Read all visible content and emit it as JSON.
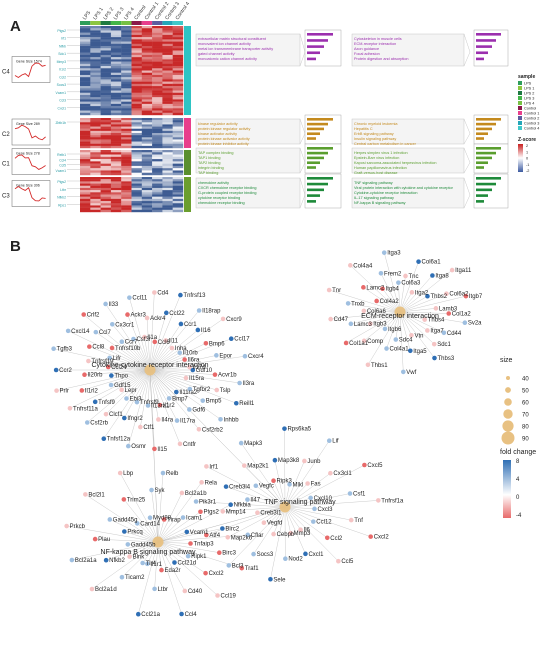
{
  "panelA": {
    "letter": "A",
    "columns": [
      "LPS",
      "LPS 1",
      "LPS 2",
      "LPS 3",
      "LPS 4",
      "Control",
      "Control 1",
      "Control 2",
      "Control 3",
      "Control 4"
    ],
    "column_colors": [
      "#2e9e5b",
      "#8cc63f",
      "#1d7a41",
      "#43b649",
      "#76c043",
      "#8b1a4a",
      "#e83e8c",
      "#5c5c9e",
      "#23a6b8",
      "#3fc9c9"
    ],
    "clusters": [
      {
        "id": "C4",
        "label": "Gene Size 1574",
        "color": "#2ec4c4",
        "genes": [
          "Ptgs2",
          "Irf1",
          "Nfkb",
          "Sdc1",
          "Mmp3",
          "Il1r2",
          "Ccl2",
          "Socs3",
          "Vcam1",
          "Ccl3",
          "Cxcl1"
        ],
        "go_terms": [
          "extracellular matrix structural constituent",
          "monovalent ion channel activity",
          "metal ion transmembrane transporter activity",
          "gated channel activity",
          "monoatomic cation channel activity"
        ],
        "kegg_terms": [
          "Cytoskeleton in muscle cells",
          "ECM-receptor interaction",
          "Axon guidance",
          "Focal adhesion",
          "Protein digestion and absorption"
        ]
      },
      {
        "id": "C2",
        "label": "Gene Size 289",
        "color": "#e83e8c",
        "genes": [
          "Zbtb1b"
        ],
        "go_terms": [
          "kinase regulator activity",
          "protein kinase regulator activity",
          "kinase activator activity",
          "protein kinase activator activity",
          "protein kinase inhibitor activity"
        ],
        "kegg_terms": [
          "Chronic myeloid leukemia",
          "Hepatitis C",
          "ErbB signaling pathway",
          "Insulin signaling pathway",
          "Central carbon metabolism in cancer"
        ]
      },
      {
        "id": "C1",
        "label": "Gene Size 278",
        "color": "#5a8f2d",
        "genes": [
          "Relb1",
          "Ccl4",
          "Ccl5",
          "Vcam1"
        ],
        "go_terms": [
          "TAP complex binding",
          "TAP1 binding",
          "TAP2 binding",
          "integrin binding",
          "TAP binding"
        ],
        "kegg_terms": [
          "Herpes simplex virus 1 infection",
          "Epstein-Barr virus infection",
          "Kaposi sarcoma-associated herpesvirus infection",
          "Human papillomavirus infection",
          "Graft-versus-host disease"
        ]
      },
      {
        "id": "C3",
        "label": "Gene Size 306",
        "color": "#6b9e2e",
        "genes": [
          "Ptgs2",
          "Ltbr",
          "Nfkb2",
          "Rps1"
        ],
        "go_terms": [
          "chemokine activity",
          "CXCR chemokine receptor binding",
          "G-protein coupled receptor binding",
          "cytokine receptor binding",
          "chemokine receptor binding"
        ],
        "kegg_terms": [
          "TNF signaling pathway",
          "Viral protein interaction with cytokine and cytokine receptor",
          "Cytokine-cytokine receptor interaction",
          "IL-17 signaling pathway",
          "NF-kappa B signaling pathway"
        ]
      }
    ],
    "legend": {
      "title": "sample",
      "items": [
        "LPS",
        "LPS 1",
        "LPS 2",
        "LPS 3",
        "LPS 4",
        "Control",
        "Control 1",
        "Control 2",
        "Control 3",
        "Control 4"
      ],
      "zscore_title": "Z-score",
      "zscore_ticks": [
        "2",
        "1",
        "0",
        "-1",
        "-2"
      ]
    }
  },
  "panelB": {
    "letter": "B",
    "hubs": [
      {
        "name": "Cytokine-cytokine receptor interaction",
        "genes": [
          "Gdf10",
          "Acvr1b",
          "Il3ra",
          "Il15ra",
          "Tslp",
          "Reill1",
          "Tgfbr2",
          "Bmp5",
          "Inhbb",
          "Il11ra2",
          "Gdf6",
          "Csf2rb2",
          "Bmp7",
          "Il17ra",
          "Cntfr",
          "Il1r2",
          "Il4ra",
          "Il15",
          "Il13ra1",
          "Ctf1",
          "Osmr",
          "Tnfrsf9",
          "Ifngr2",
          "Tnfsf12a",
          "Ebi3",
          "Clcf1",
          "Csf2rb",
          "Lepr",
          "Tnfsf9",
          "Tnfrsf11a",
          "Gdf15",
          "Il1rl2",
          "Prlr",
          "Thpo",
          "Il20rb",
          "Ccr2",
          "Ccl24",
          "Tnfrsf19",
          "Tgfb3",
          "Lifr",
          "Ccl8",
          "Cxcl14",
          "Tnfrsf10b",
          "Ccl7",
          "Crlf2",
          "Ccr7",
          "Cx3cr1",
          "Il33",
          "Csf3r",
          "Ackr3",
          "Ccl11",
          "Il1a",
          "Ackr4",
          "Cd4",
          "Ccl6",
          "Ccl22",
          "Tnfrsf13",
          "Il11",
          "Ccr1",
          "Il18rap",
          "Inha",
          "Il16",
          "Cxcr9",
          "Il10rb",
          "Bmp6",
          "Ccl17",
          "Il6ra",
          "Epor",
          "Cxcr4",
          "Il17d"
        ]
      },
      {
        "name": "ECM-receptor interaction",
        "genes": [
          "Itga7",
          "Sdc1",
          "Thbs3",
          "Vtn",
          "Itga5",
          "Vwf",
          "Sdc4",
          "Col4a1",
          "Thbs1",
          "Itgb6",
          "Comp",
          "Col1a1",
          "Itgb3",
          "Lamc3",
          "Cd47",
          "Col6a6",
          "Tnxb",
          "Tnr",
          "Col4a2",
          "Lamc2",
          "Col4a4",
          "Itgb4",
          "Frem2",
          "Itga3",
          "Col6a3",
          "Tnc",
          "Col6a1",
          "Itga2",
          "Itga8",
          "Itga11",
          "Thbs2",
          "Col6a2",
          "Itgb7",
          "Lamb3",
          "Col1a2",
          "Sv2a",
          "Thbs4",
          "Cd44"
        ]
      },
      {
        "name": "TNF signaling pathway",
        "genes": [
          "Mmp3",
          "Nod2",
          "Sele",
          "Cebpb",
          "Socs3",
          "Bcl3",
          "Vegfd",
          "Map2k6",
          "Atf4",
          "Creb3l1",
          "Mmp14",
          "Pik3r1",
          "Il47",
          "Creb3l4",
          "Irf1",
          "Vegfc",
          "Map2k1",
          "Mapk3",
          "Ripk3",
          "Map3k8",
          "Rps6ka5",
          "Mlkl",
          "Junb",
          "Lif",
          "Fas",
          "Cx3cl1",
          "Cxcl5",
          "Cxcl10",
          "Csf1",
          "Tnfrsf1a",
          "Cxcl3",
          "Tnf",
          "Cxcl2",
          "Ccl12",
          "Ccl2",
          "Ccl5",
          "Il6",
          "Cxcl1"
        ]
      },
      {
        "name": "NF-kappa B signaling pathway",
        "genes": [
          "Tlr4",
          "Ticam2",
          "Bcl2a1d",
          "Blnk",
          "Nfkb2",
          "Bcl2a1a",
          "Gadd45b",
          "Plau",
          "Prkcb",
          "Prkcq",
          "Gadd45g",
          "Bcl2l1",
          "Card14",
          "Trim25",
          "Lbp",
          "Myd88",
          "Syk",
          "Relb",
          "Tirap",
          "Bcl2a1b",
          "Rela",
          "Icam1",
          "Ptgs2",
          "Nfkbia",
          "Vcam1",
          "Birc2",
          "Cflar",
          "Tnfaip3",
          "Birc3",
          "Traf1",
          "Ripk1",
          "Cxcl2",
          "Ccl19",
          "Ccl21d",
          "Cd40",
          "Ccl4",
          "Eda2r",
          "Ltbr",
          "Ccl21a",
          "Il1r1"
        ]
      }
    ],
    "legend": {
      "size_title": "size",
      "size_values": [
        "40",
        "50",
        "60",
        "70",
        "80",
        "90"
      ],
      "fc_title": "fold change",
      "fc_ticks": [
        "8",
        "4",
        "0",
        "-4"
      ]
    }
  }
}
